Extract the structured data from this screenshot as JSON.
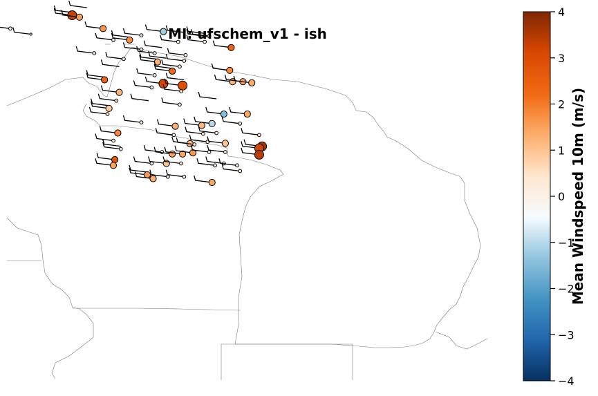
{
  "title": "MI: ufschem_v1 - ish",
  "colorbar": {
    "label": "Mean Windspeed 10m (m/s)",
    "min": -4,
    "max": 4,
    "ticks": [
      "4",
      "3",
      "2",
      "1",
      "0",
      "−1",
      "−2",
      "−3",
      "−4"
    ],
    "colormap": [
      "#053061",
      "#2166ac",
      "#4393c3",
      "#92c5de",
      "#f7fbff",
      "#fee6ce",
      "#fdae6b",
      "#f16913",
      "#d94801",
      "#7f2704"
    ]
  },
  "stations": [
    {
      "lon": -88.2,
      "lat": 47.1,
      "bias": 0.0,
      "marker": "small",
      "barbs": 1
    },
    {
      "lon": -87.5,
      "lat": 46.95,
      "bias": 0.0,
      "marker": "dot",
      "barbs": 1
    },
    {
      "lon": -86.1,
      "lat": 47.45,
      "bias": 3.3,
      "marker": "large",
      "barbs": 2
    },
    {
      "lon": -85.85,
      "lat": 47.4,
      "bias": 1.5,
      "marker": "medium",
      "barbs": 1
    },
    {
      "lon": -85.6,
      "lat": 47.65,
      "bias": 0.0,
      "marker": "none",
      "barbs": 1
    },
    {
      "lon": -85.05,
      "lat": 47.1,
      "bias": 1.7,
      "marker": "medium",
      "barbs": 1
    },
    {
      "lon": -84.7,
      "lat": 46.8,
      "bias": 0.0,
      "marker": "small",
      "barbs": 1
    },
    {
      "lon": -84.15,
      "lat": 46.8,
      "bias": 1.8,
      "marker": "medium",
      "barbs": 2
    },
    {
      "lon": -83.75,
      "lat": 46.92,
      "bias": 0.0,
      "marker": "small",
      "barbs": 1
    },
    {
      "lon": -83.0,
      "lat": 47.02,
      "bias": -1.2,
      "marker": "medium",
      "barbs": 1
    },
    {
      "lon": -82.3,
      "lat": 47.0,
      "bias": 0.0,
      "marker": "none",
      "barbs": 1
    },
    {
      "lon": -81.6,
      "lat": 46.9,
      "bias": 0.0,
      "marker": "small",
      "barbs": 2
    },
    {
      "lon": -81.45,
      "lat": 46.9,
      "bias": 0.0,
      "marker": "small",
      "barbs": 1
    },
    {
      "lon": -81.6,
      "lat": 46.75,
      "bias": 0.0,
      "marker": "small",
      "barbs": 1
    },
    {
      "lon": -82.5,
      "lat": 46.75,
      "bias": 0.0,
      "marker": "small",
      "barbs": 1
    },
    {
      "lon": -83.05,
      "lat": 46.6,
      "bias": 0.0,
      "marker": "none",
      "barbs": 1
    },
    {
      "lon": -83.75,
      "lat": 46.55,
      "bias": 0.0,
      "marker": "small",
      "barbs": 1
    },
    {
      "lon": -83.3,
      "lat": 46.45,
      "bias": 0.0,
      "marker": "small",
      "barbs": 1
    },
    {
      "lon": -82.9,
      "lat": 46.32,
      "bias": 0.0,
      "marker": "none",
      "barbs": 1
    },
    {
      "lon": -80.7,
      "lat": 46.6,
      "bias": 2.4,
      "marker": "medium",
      "barbs": 1
    },
    {
      "lon": -85.35,
      "lat": 46.45,
      "bias": 0.0,
      "marker": "small",
      "barbs": 1
    },
    {
      "lon": -84.35,
      "lat": 46.3,
      "bias": 0.0,
      "marker": "small",
      "barbs": 1
    },
    {
      "lon": -84.5,
      "lat": 46.1,
      "bias": 0.0,
      "marker": "none",
      "barbs": 1
    },
    {
      "lon": -83.2,
      "lat": 46.22,
      "bias": 1.3,
      "marker": "medium",
      "barbs": 2
    },
    {
      "lon": -82.25,
      "lat": 46.4,
      "bias": 0.0,
      "marker": "small",
      "barbs": 1
    },
    {
      "lon": -82.3,
      "lat": 46.25,
      "bias": 0.0,
      "marker": "small",
      "barbs": 1
    },
    {
      "lon": -82.45,
      "lat": 46.1,
      "bias": 0.0,
      "marker": "small",
      "barbs": 1
    },
    {
      "lon": -82.7,
      "lat": 45.98,
      "bias": 2.2,
      "marker": "medium",
      "barbs": 2
    },
    {
      "lon": -80.75,
      "lat": 46.0,
      "bias": 1.8,
      "marker": "medium",
      "barbs": 1
    },
    {
      "lon": -85.0,
      "lat": 45.75,
      "bias": 2.3,
      "marker": "medium",
      "barbs": 2
    },
    {
      "lon": -83.3,
      "lat": 45.87,
      "bias": 0.0,
      "marker": "small",
      "barbs": 1
    },
    {
      "lon": -83.0,
      "lat": 45.65,
      "bias": 3.1,
      "marker": "large",
      "barbs": 1
    },
    {
      "lon": -82.35,
      "lat": 45.6,
      "bias": 2.9,
      "marker": "large",
      "barbs": 1
    },
    {
      "lon": -82.3,
      "lat": 45.75,
      "bias": 0.0,
      "marker": "none",
      "barbs": 1
    },
    {
      "lon": -83.4,
      "lat": 45.55,
      "bias": 0.0,
      "marker": "small",
      "barbs": 1
    },
    {
      "lon": -82.4,
      "lat": 45.45,
      "bias": 0.0,
      "marker": "small",
      "barbs": 1
    },
    {
      "lon": -80.65,
      "lat": 45.7,
      "bias": 1.2,
      "marker": "medium",
      "barbs": 1
    },
    {
      "lon": -80.3,
      "lat": 45.7,
      "bias": 1.5,
      "marker": "medium",
      "barbs": 1
    },
    {
      "lon": -80.0,
      "lat": 45.67,
      "bias": 1.4,
      "marker": "medium",
      "barbs": 1
    },
    {
      "lon": -84.5,
      "lat": 45.42,
      "bias": 1.2,
      "marker": "medium",
      "barbs": 1
    },
    {
      "lon": -84.6,
      "lat": 45.2,
      "bias": 0.0,
      "marker": "small",
      "barbs": 1
    },
    {
      "lon": -83.5,
      "lat": 45.2,
      "bias": 0.0,
      "marker": "none",
      "barbs": 1
    },
    {
      "lon": -82.45,
      "lat": 45.1,
      "bias": 0.0,
      "marker": "small",
      "barbs": 1
    },
    {
      "lon": -81.2,
      "lat": 45.25,
      "bias": 0.0,
      "marker": "none",
      "barbs": 1
    },
    {
      "lon": -84.85,
      "lat": 45.0,
      "bias": 0.9,
      "marker": "medium",
      "barbs": 2
    },
    {
      "lon": -84.9,
      "lat": 44.85,
      "bias": 0.0,
      "marker": "small",
      "barbs": 1
    },
    {
      "lon": -80.95,
      "lat": 44.85,
      "bias": -1.5,
      "marker": "medium",
      "barbs": 1
    },
    {
      "lon": -80.15,
      "lat": 44.85,
      "bias": 1.4,
      "marker": "medium",
      "barbs": 1
    },
    {
      "lon": -83.75,
      "lat": 44.63,
      "bias": 0.0,
      "marker": "small",
      "barbs": 1
    },
    {
      "lon": -82.6,
      "lat": 44.53,
      "bias": 1.3,
      "marker": "medium",
      "barbs": 1
    },
    {
      "lon": -81.7,
      "lat": 44.55,
      "bias": 1.2,
      "marker": "medium",
      "barbs": 1
    },
    {
      "lon": -81.35,
      "lat": 44.6,
      "bias": -1.0,
      "marker": "medium",
      "barbs": 1
    },
    {
      "lon": -80.4,
      "lat": 44.6,
      "bias": 0.0,
      "marker": "small",
      "barbs": 1
    },
    {
      "lon": -84.55,
      "lat": 44.35,
      "bias": 1.8,
      "marker": "medium",
      "barbs": 1
    },
    {
      "lon": -82.65,
      "lat": 44.3,
      "bias": 0.0,
      "marker": "small",
      "barbs": 1
    },
    {
      "lon": -81.65,
      "lat": 44.33,
      "bias": 0.0,
      "marker": "small",
      "barbs": 1
    },
    {
      "lon": -81.2,
      "lat": 44.35,
      "bias": 0.0,
      "marker": "small",
      "barbs": 1
    },
    {
      "lon": -79.75,
      "lat": 44.3,
      "bias": 0.0,
      "marker": "small",
      "barbs": 1
    },
    {
      "lon": -84.7,
      "lat": 44.15,
      "bias": 0.0,
      "marker": "small",
      "barbs": 1
    },
    {
      "lon": -82.1,
      "lat": 44.07,
      "bias": 1.2,
      "marker": "medium",
      "barbs": 1
    },
    {
      "lon": -81.5,
      "lat": 44.12,
      "bias": 0.0,
      "marker": "small",
      "barbs": 1
    },
    {
      "lon": -80.9,
      "lat": 44.08,
      "bias": 1.0,
      "marker": "medium",
      "barbs": 1
    },
    {
      "lon": -81.95,
      "lat": 44.05,
      "bias": 0.0,
      "marker": "small",
      "barbs": 1
    },
    {
      "lon": -79.65,
      "lat": 44.0,
      "bias": 3.6,
      "marker": "large",
      "barbs": 1
    },
    {
      "lon": -79.75,
      "lat": 43.95,
      "bias": 3.2,
      "marker": "large",
      "barbs": 1
    },
    {
      "lon": -84.45,
      "lat": 43.93,
      "bias": 0.0,
      "marker": "small",
      "barbs": 2
    },
    {
      "lon": -83.05,
      "lat": 43.85,
      "bias": 0.0,
      "marker": "small",
      "barbs": 1
    },
    {
      "lon": -82.7,
      "lat": 43.8,
      "bias": 1.5,
      "marker": "medium",
      "barbs": 1
    },
    {
      "lon": -82.35,
      "lat": 43.8,
      "bias": 1.4,
      "marker": "medium",
      "barbs": 1
    },
    {
      "lon": -82.0,
      "lat": 43.83,
      "bias": 1.6,
      "marker": "medium",
      "barbs": 1
    },
    {
      "lon": -81.45,
      "lat": 43.85,
      "bias": 0.0,
      "marker": "small",
      "barbs": 1
    },
    {
      "lon": -80.9,
      "lat": 43.85,
      "bias": 0.0,
      "marker": "small",
      "barbs": 1
    },
    {
      "lon": -79.75,
      "lat": 43.78,
      "bias": 3.4,
      "marker": "large",
      "barbs": 1
    },
    {
      "lon": -84.65,
      "lat": 43.65,
      "bias": 2.8,
      "marker": "medium",
      "barbs": 1
    },
    {
      "lon": -84.7,
      "lat": 43.5,
      "bias": 1.5,
      "marker": "medium",
      "barbs": 1
    },
    {
      "lon": -83.4,
      "lat": 43.55,
      "bias": 0.0,
      "marker": "small",
      "barbs": 1
    },
    {
      "lon": -82.9,
      "lat": 43.55,
      "bias": 1.0,
      "marker": "medium",
      "barbs": 1
    },
    {
      "lon": -82.4,
      "lat": 43.55,
      "bias": 0.0,
      "marker": "small",
      "barbs": 1
    },
    {
      "lon": -81.25,
      "lat": 43.5,
      "bias": 0.0,
      "marker": "small",
      "barbs": 1
    },
    {
      "lon": -80.95,
      "lat": 43.55,
      "bias": 0.0,
      "marker": "small",
      "barbs": 1
    },
    {
      "lon": -80.5,
      "lat": 43.5,
      "bias": 0.0,
      "marker": "small",
      "barbs": 1
    },
    {
      "lon": -80.4,
      "lat": 43.35,
      "bias": 0.0,
      "marker": "small",
      "barbs": 1
    },
    {
      "lon": -83.55,
      "lat": 43.25,
      "bias": 1.6,
      "marker": "medium",
      "barbs": 2
    },
    {
      "lon": -83.35,
      "lat": 43.15,
      "bias": 1.3,
      "marker": "medium",
      "barbs": 1
    },
    {
      "lon": -82.85,
      "lat": 43.2,
      "bias": 0.0,
      "marker": "small",
      "barbs": 1
    },
    {
      "lon": -82.3,
      "lat": 43.2,
      "bias": 0.0,
      "marker": "small",
      "barbs": 1
    },
    {
      "lon": -81.35,
      "lat": 43.05,
      "bias": 1.4,
      "marker": "medium",
      "barbs": 1
    }
  ]
}
